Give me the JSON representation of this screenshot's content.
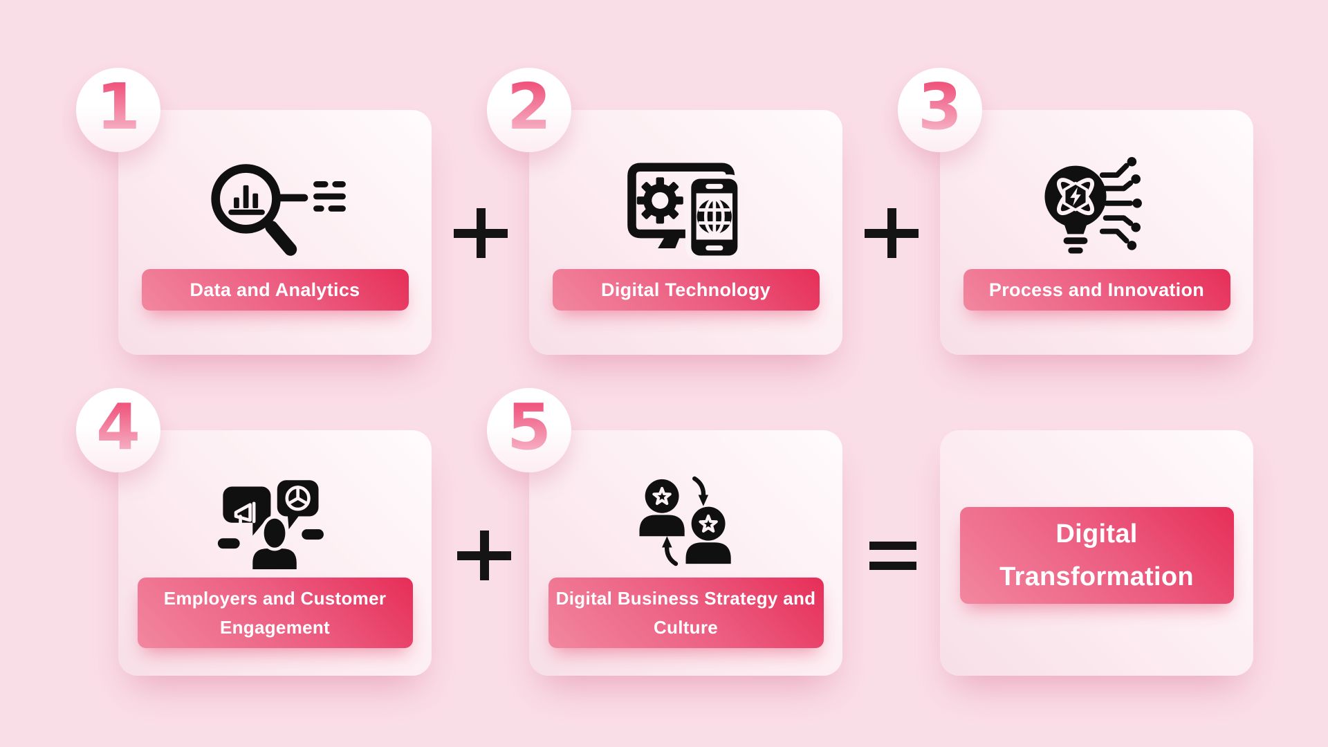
{
  "page": {
    "background_color": "#fadee7",
    "accent_dark": "#e62e58",
    "accent_light": "#f2879f",
    "number_gradient_top": "#ef4b76",
    "number_gradient_bottom": "#f7b9cb",
    "icon_color": "#101010"
  },
  "operators": {
    "plus": "+",
    "equals": "="
  },
  "cards": [
    {
      "number": "1",
      "label": "Data and Analytics",
      "icon": "magnifier-bar-chart-icon"
    },
    {
      "number": "2",
      "label": "Digital Technology",
      "icon": "monitor-gear-smartphone-globe-icon"
    },
    {
      "number": "3",
      "label": "Process and Innovation",
      "icon": "lightbulb-atom-circuit-icon"
    },
    {
      "number": "4",
      "label": "Employers and Customer Engagement",
      "icon": "person-megaphone-piechart-icon"
    },
    {
      "number": "5",
      "label": "Digital  Business Strategy and Culture",
      "icon": "people-stars-exchange-icon"
    }
  ],
  "result": {
    "label": "Digital Transformation"
  }
}
